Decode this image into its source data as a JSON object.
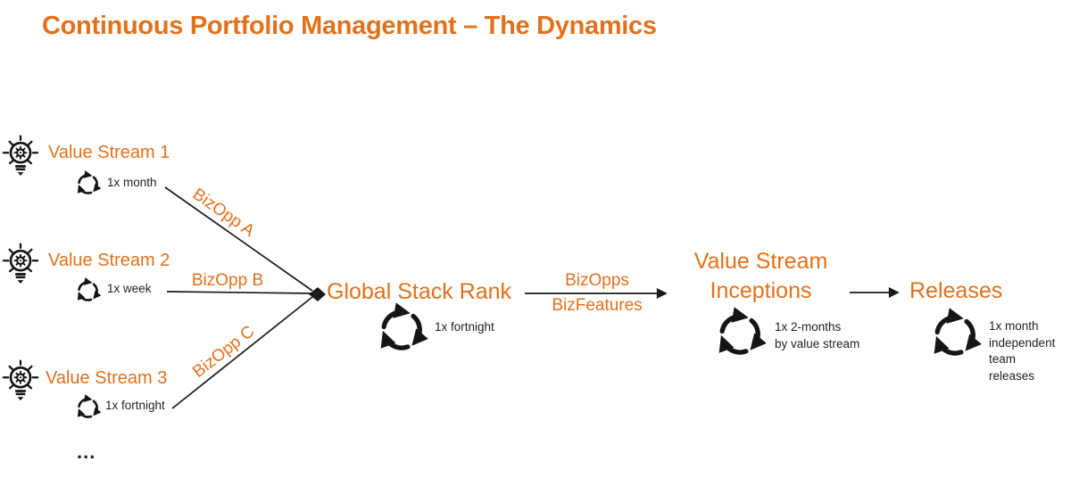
{
  "title": "Continuous Portfolio Management – The Dynamics",
  "colors": {
    "accent": "#E2711C",
    "ink": "#1F1F1F"
  },
  "value_streams": [
    {
      "label": "Value Stream 1",
      "cadence": "1x month",
      "arrow_label": "BizOpp A"
    },
    {
      "label": "Value Stream 2",
      "cadence": "1x week",
      "arrow_label": "BizOpp B"
    },
    {
      "label": "Value Stream 3",
      "cadence": "1x fortnight",
      "arrow_label": "BizOpp C"
    }
  ],
  "more_streams_ellipsis": "...",
  "nodes": {
    "global_stack_rank": {
      "label": "Global Stack Rank",
      "cadence": "1x fortnight"
    },
    "inceptions": {
      "label": "Value Stream\nInceptions",
      "cadence": "1x 2-months\nby value stream"
    },
    "releases": {
      "label": "Releases",
      "cadence": "1x month\nindependent\nteam\nreleases"
    }
  },
  "flow_labels": {
    "to_inceptions_top": "BizOpps",
    "to_inceptions_bottom": "BizFeatures"
  }
}
